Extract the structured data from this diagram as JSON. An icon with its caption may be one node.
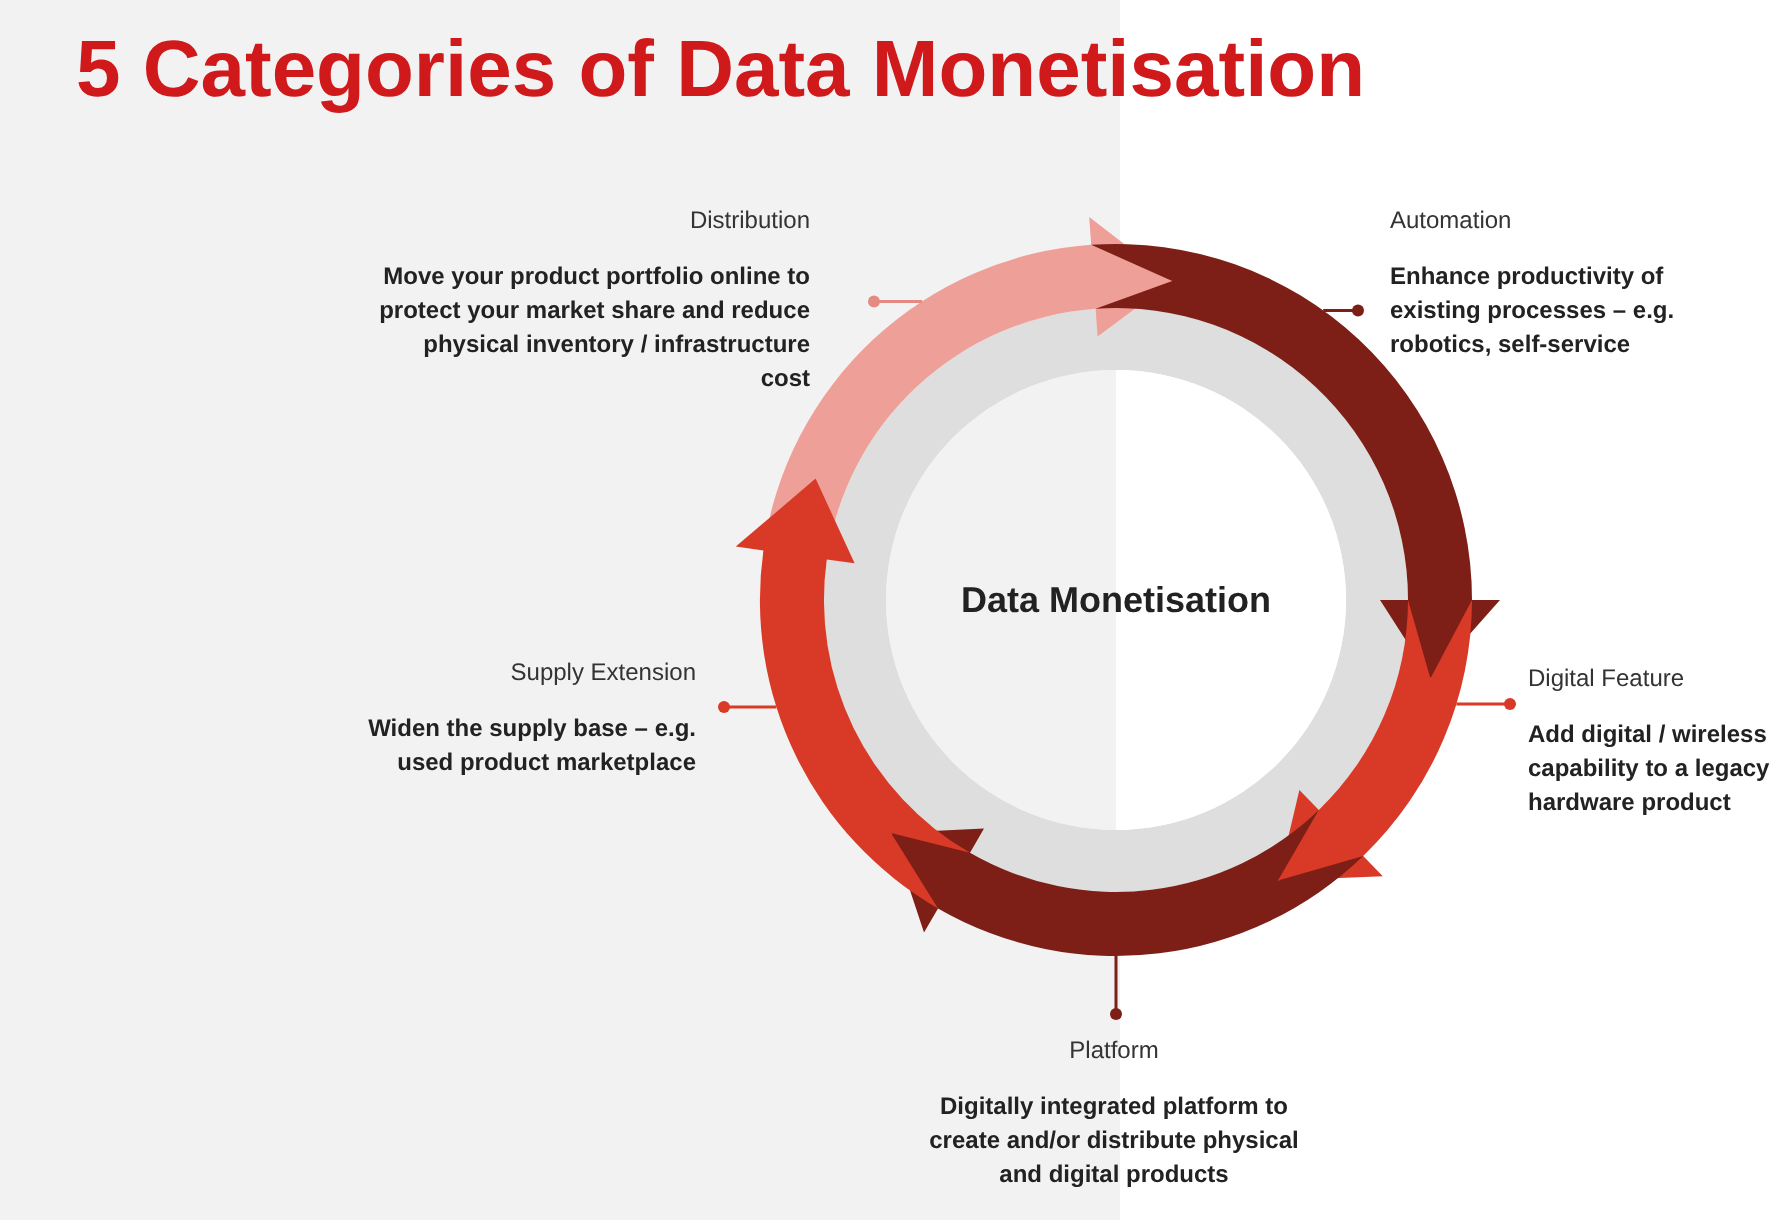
{
  "diagram": {
    "title": "5 Categories of Data Monetisation",
    "nodes": [
      {
        "text": [
          "Data Monetisation"
        ]
      },
      {
        "text": [
          "Distribution",
          "Move your product portfolio online to protect your market share and reduce physical inventory / infrastructure cost"
        ]
      },
      {
        "text": [
          "Automation",
          "Enhance productivity of existing processes – e.g. robotics, self-service"
        ]
      },
      {
        "text": [
          "Supply Extension",
          "Widen the supply base – e.g. used product marketplace"
        ]
      },
      {
        "text": [
          "Digital Feature",
          "Add digital / wireless capability to a legacy hardware product"
        ]
      },
      {
        "text": [
          "Platform",
          "Digitally integrated platform to create and/or distribute physical and digital products"
        ]
      }
    ],
    "edges": [
      {
        "from": 1,
        "to": null,
        "arrow": "other",
        "color": "#e58a82"
      },
      {
        "from": 2,
        "to": null,
        "arrow": "other",
        "color": "#7d1f16"
      },
      {
        "from": 3,
        "to": null,
        "arrow": "other",
        "color": "#d93a27"
      },
      {
        "from": 4,
        "to": null,
        "arrow": "other",
        "color": "#d93a27"
      },
      {
        "from": 5,
        "to": null,
        "arrow": "other",
        "color": "#7d1f16"
      }
    ]
  }
}
